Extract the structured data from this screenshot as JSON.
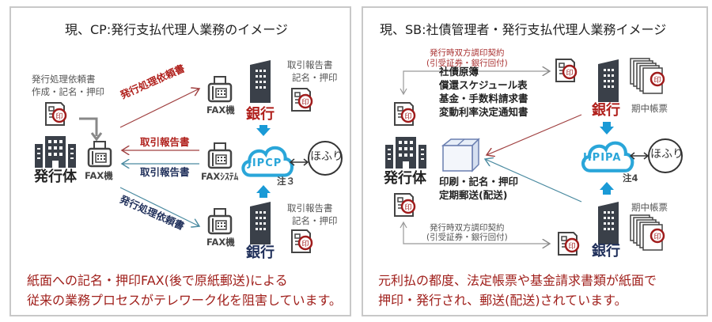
{
  "left_panel": {
    "title": "現、CP:発行支払代理人業務のイメージ",
    "issuer_doc_line1": "発行処理依頼書",
    "issuer_doc_line2": "作成・記名・押印",
    "issuer_label": "発行体",
    "issuer_fax": "FAX機",
    "arrow_top_label": "発行処理依頼書",
    "arrow_mid_red_label": "取引報告書",
    "arrow_mid_navy_label": "取引報告書",
    "arrow_bottom_label": "発行処理依頼書",
    "top_fax": "FAX機",
    "fax_system": "FAXｼｽﾃﾑ",
    "bottom_fax": "FAX機",
    "top_bank": "銀行",
    "bottom_bank": "銀行",
    "top_bank_doc_line1": "取引報告書",
    "top_bank_doc_line2": "記名・押印",
    "bottom_bank_doc_line1": "取引報告書",
    "bottom_bank_doc_line2": "記名・押印",
    "cloud": "JIPCP",
    "note": "注３",
    "hofuri": "ほふり",
    "footer_line1": "紙面への記名・押印FAX(後で原紙郵送)による",
    "footer_line2": "従来の業務プロセスがテレワーク化を阻害しています。"
  },
  "right_panel": {
    "title": "現、SB:社債管理者・発行支払代理人業務イメージ",
    "contract_top_line1": "発行時双方調印契約",
    "contract_top_line2": "(引受証券・銀行回付)",
    "contract_bottom_line1": "発行時双方調印契約",
    "contract_bottom_line2": "(引受証券・銀行回付)",
    "issuer_label": "発行体",
    "documents": [
      "社債原簿",
      "償還スケジュール表",
      "基金・手数料請求書",
      "変動利率決定通知書"
    ],
    "delivery_line1": "印刷・記名・押印",
    "delivery_line2": "定期郵送(配送)",
    "top_bank": "銀行",
    "bottom_bank": "銀行",
    "top_forms": "期中帳票",
    "bottom_forms": "期中帳票",
    "cloud": "JIPIPA",
    "note": "注4",
    "hofuri": "ほふり",
    "footer_line1": "元利払の都度、法定帳票や基金請求書類が紙面で",
    "footer_line2": "押印・発行され、郵送(配送)されています。"
  },
  "stamp_glyph": "印",
  "colors": {
    "red": "#b0201c",
    "navy": "#1f2f5a",
    "cloud": "#2aa6d9",
    "building": "#3a4049"
  }
}
